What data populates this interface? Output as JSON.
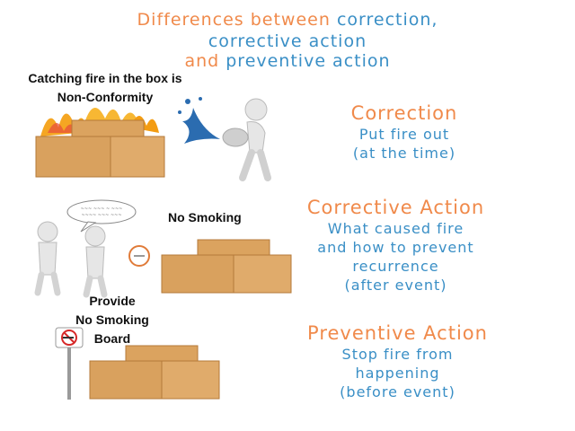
{
  "title": {
    "line1_a": "Differences between",
    "line1_b": "correction,",
    "line2": "corrective action",
    "line3_a": "and",
    "line3_b": "preventive action"
  },
  "notes": {
    "fire_line1": "Catching fire in the box is",
    "fire_line2": "Non-Conformity",
    "no_smoking": "No Smoking",
    "provide_line1": "Provide",
    "provide_line2": "No Smoking",
    "provide_line3": "Board"
  },
  "sections": {
    "correction": {
      "heading": "Correction",
      "lines": [
        "Put fire out",
        "(at the time)"
      ]
    },
    "corrective": {
      "heading": "Corrective Action",
      "lines": [
        "What caused fire",
        "and how to prevent",
        "recurrence",
        "(after event)"
      ]
    },
    "preventive": {
      "heading": "Preventive Action",
      "lines": [
        "Stop fire from",
        "happening",
        "(before event)"
      ]
    }
  },
  "colors": {
    "orange": "#f08a4b",
    "blue": "#3a8fc6",
    "box": "#d9a15e"
  }
}
